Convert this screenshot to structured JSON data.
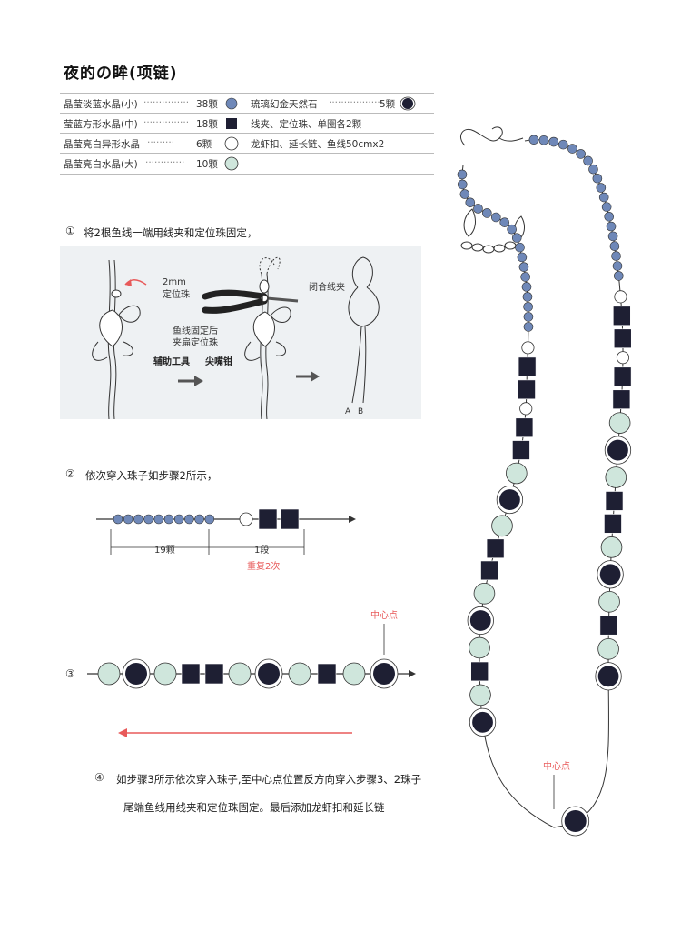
{
  "title": "夜的の眸(项链)",
  "materials": [
    {
      "name": "晶莹淡蓝水晶(小)",
      "qty": "38颗",
      "icon": "blue-bead-icon"
    },
    {
      "name": "琉璃幻金天然石",
      "qty": "5颗",
      "icon": "eclipse-bead-icon"
    },
    {
      "name": "莹蓝方形水晶(中)",
      "qty": "18颗",
      "icon": "black-square-bead-icon"
    },
    {
      "name": "线夹、定位珠、单圈各2颗",
      "qty": "",
      "icon": ""
    },
    {
      "name": "晶莹亮白异形水晶",
      "qty": "6颗",
      "icon": "white-bead-icon"
    },
    {
      "name": "龙虾扣、延长链、鱼线50cmx2",
      "qty": "",
      "icon": ""
    },
    {
      "name": "晶莹亮白水晶(大)",
      "qty": "10颗",
      "icon": "mint-bead-icon"
    }
  ],
  "step1": {
    "num": "①",
    "text": "将2根鱼线一端用线夹和定位珠固定，",
    "label_2mm": "2mm",
    "label_bead": "定位珠",
    "label_fix1": "鱼线固定后",
    "label_fix2": "夹扁定位珠",
    "label_tool": "辅助工具",
    "label_pliers": "尖嘴钳",
    "label_clip": "闭合线夹",
    "label_a": "A",
    "label_b": "B"
  },
  "step2": {
    "num": "②",
    "text": "依次穿入珠子如步骤2所示，",
    "label_count": "19颗",
    "label_seg": "1段",
    "label_repeat": "重复2次"
  },
  "step3": {
    "num": "③",
    "label_center": "中心点"
  },
  "step4": {
    "num": "④",
    "text1": "如步骤3所示依次穿入珠子,至中心点位置反方向穿入步骤3、2珠子",
    "text2": "尾端鱼线用线夹和定位珠固定。最后添加龙虾扣和延长链"
  },
  "necklace": {
    "label_center": "中心点"
  },
  "colors": {
    "blue_bead": "#6f88b8",
    "mint_bead": "#cfe6dc",
    "dark_bead": "#1e1f33",
    "accent_red": "#e85a5a",
    "panel_bg": "#eef1f3"
  }
}
